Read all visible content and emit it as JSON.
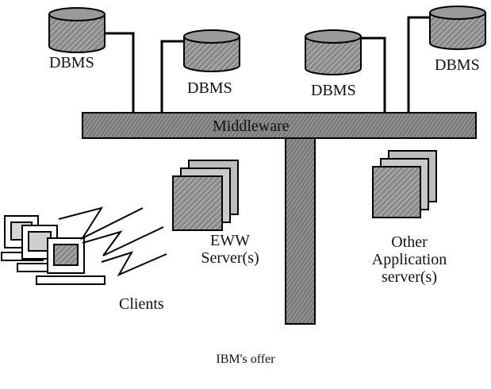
{
  "diagram": {
    "databases": [
      {
        "label": "DBMS"
      },
      {
        "label": "DBMS"
      },
      {
        "label": "DBMS"
      },
      {
        "label": "DBMS"
      }
    ],
    "middleware_label": "Middleware",
    "eww_server_label": [
      "EWW",
      "Server(s)"
    ],
    "other_app_label": [
      "Other",
      "Application",
      "server(s)"
    ],
    "clients_label": "Clients",
    "caption": "IBM's offer"
  }
}
